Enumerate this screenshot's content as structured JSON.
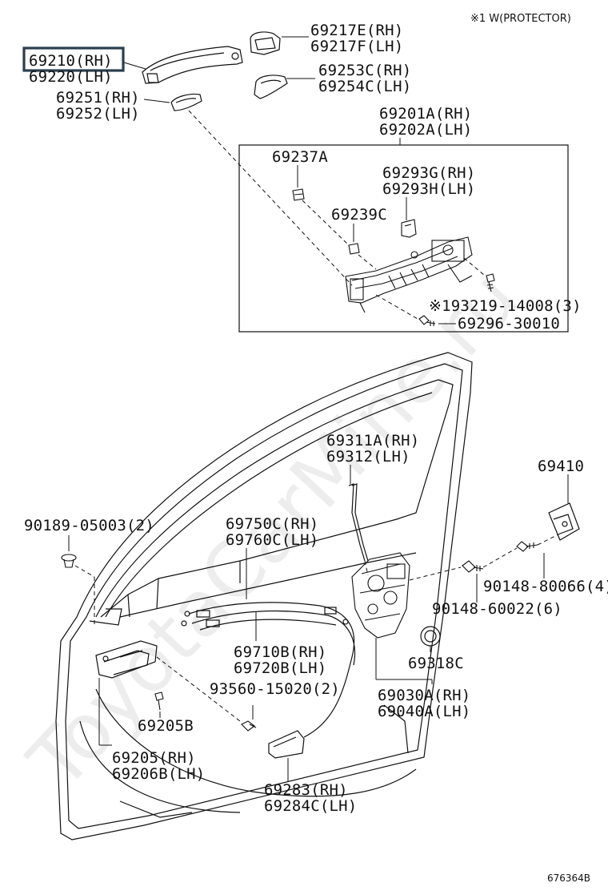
{
  "note": "※1 W(PROTECTOR)",
  "diagram_code": "676364B",
  "watermark": "ToyotaCarMine.ru",
  "highlight_color": "#2a3f4f",
  "labels": {
    "p69210": "69210(RH)",
    "p69220": "69220(LH)",
    "p69217e": "69217E(RH)",
    "p69217f": "69217F(LH)",
    "p69253c": "69253C(RH)",
    "p69254c": "69254C(LH)",
    "p69251": "69251(RH)",
    "p69252": "69252(LH)",
    "p69201a": "69201A(RH)",
    "p69202a": "69202A(LH)",
    "p69237a": "69237A",
    "p69293g": "69293G(RH)",
    "p69293h": "69293H(LH)",
    "p69239c": "69239C",
    "p93219": "※193219-14008(3)",
    "p69296": "69296-30010",
    "p69311a": "69311A(RH)",
    "p69312": "69312(LH)",
    "p69410": "69410",
    "p90189": "90189-05003(2)",
    "p69750c": "69750C(RH)",
    "p69760c": "69760C(LH)",
    "p90148a": "90148-80066(4)",
    "p90148b": "90148-60022(6)",
    "p69710b": "69710B(RH)",
    "p69720b": "69720B(LH)",
    "p69318c": "69318C",
    "p93560": "93560-15020(2)",
    "p69030a": "69030A(RH)",
    "p69040a": "69040A(LH)",
    "p69205b": "69205B",
    "p69205": "69205(RH)",
    "p69206b": "69206B(LH)",
    "p69283": "69283(RH)",
    "p69284c": "69284C(LH)"
  }
}
